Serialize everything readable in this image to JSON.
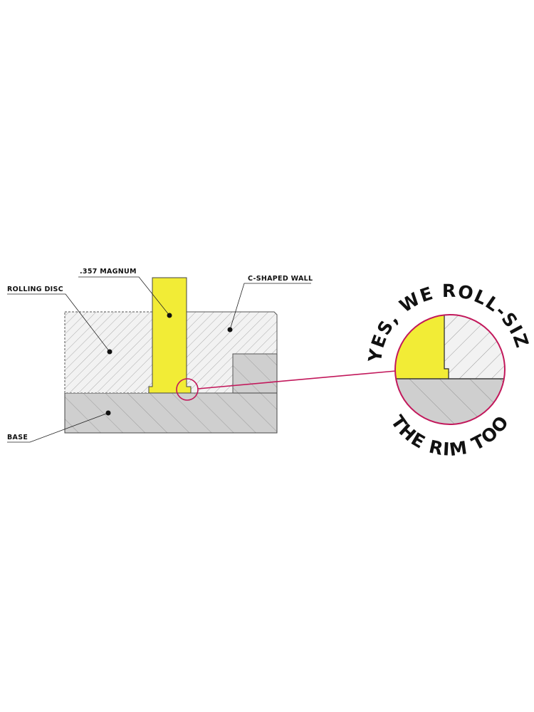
{
  "labels": {
    "cartridge": ".357 MAGNUM",
    "rolling_disc": "ROLLING DISC",
    "wall": "C-SHAPED WALL",
    "base": "BASE"
  },
  "callout": {
    "top_text": "YES, WE ROLL-SIZE",
    "bottom_text": "THE RIM TOO"
  },
  "colors": {
    "cartridge": "#f2ec36",
    "hatch_fill": "#f1f1f1",
    "base_fill": "#cfcfcf",
    "accent": "#c2185b",
    "outline": "#333333"
  }
}
